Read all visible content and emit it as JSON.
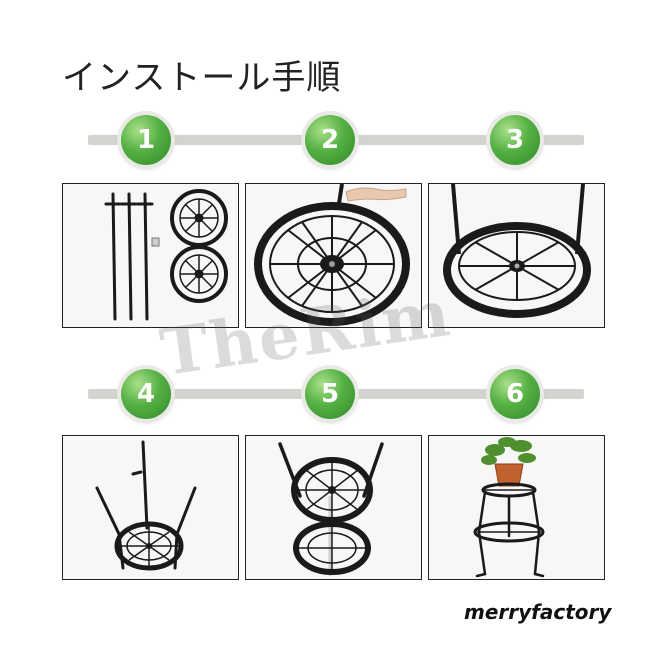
{
  "title": "インストール手順",
  "steps": [
    {
      "number": "1"
    },
    {
      "number": "2"
    },
    {
      "number": "3"
    },
    {
      "number": "4"
    },
    {
      "number": "5"
    },
    {
      "number": "6"
    }
  ],
  "brand": "merryfactory",
  "watermark": "TheRim",
  "colors": {
    "badge": "#4caf3e",
    "rail": "#d3d3cf",
    "metal": "#1a1a1a"
  }
}
